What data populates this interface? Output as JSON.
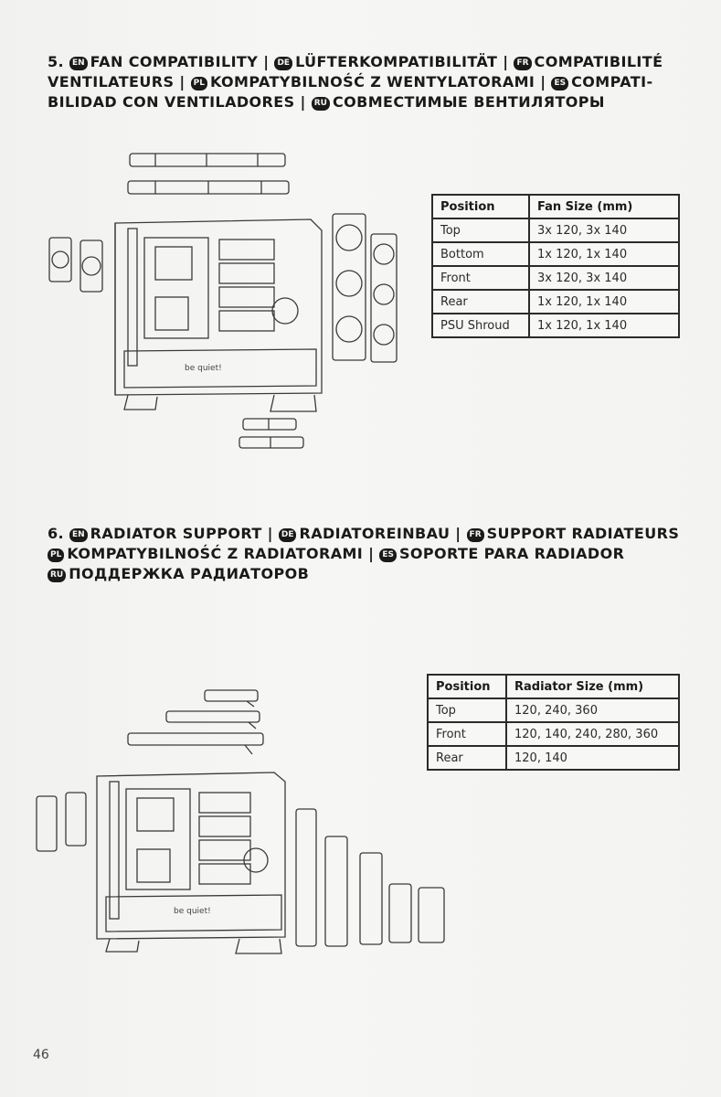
{
  "fan_section": {
    "line1": [
      {
        "text": "5. ",
        "badge": ""
      },
      {
        "badge": "EN",
        "text": "FAN COMPATIBILITY  |"
      },
      {
        "badge": "DE",
        "text": "LÜFTERKOMPATIBILITÄT |"
      },
      {
        "badge": "FR",
        "text": "COMPATIBILITÉ"
      }
    ],
    "line2": [
      {
        "badge": "",
        "text": "VENTILATEURS  |"
      },
      {
        "badge": "PL",
        "text": "KOMPATYBILNOŚĆ Z WENTYLATORAMI |"
      },
      {
        "badge": "ES",
        "text": "COMPATI-"
      }
    ],
    "line3": [
      {
        "badge": "",
        "text": "BILIDAD CON VENTILADORES |"
      },
      {
        "badge": "RU",
        "text": "СОВМЕСТИМЫЕ ВЕНТИЛЯТОРЫ"
      }
    ],
    "table": {
      "headers": [
        "Position",
        "Fan Size (mm)"
      ],
      "rows": [
        [
          "Top",
          "3x 120, 3x 140"
        ],
        [
          "Bottom",
          "1x 120, 1x 140"
        ],
        [
          "Front",
          "3x 120, 3x 140"
        ],
        [
          "Rear",
          "1x 120, 1x 140"
        ],
        [
          "PSU Shroud",
          "1x 120, 1x 140"
        ]
      ]
    },
    "case_logo": "be quiet!"
  },
  "radiator_section": {
    "line1": [
      {
        "badge": "",
        "text": "6. "
      },
      {
        "badge": "EN",
        "text": "RADIATOR SUPPORT |"
      },
      {
        "badge": "DE",
        "text": "RADIATOREINBAU |"
      },
      {
        "badge": "FR",
        "text": "SUPPORT RADIATEURS"
      }
    ],
    "line2": [
      {
        "badge": "PL",
        "text": "KOMPATYBILNOŚĆ Z RADIATORAMI |"
      },
      {
        "badge": "ES",
        "text": "SOPORTE PARA RADIADOR"
      }
    ],
    "line3": [
      {
        "badge": "RU",
        "text": "ПОДДЕРЖКА РАДИАТОРОВ"
      }
    ],
    "table": {
      "headers": [
        "Position",
        "Radiator Size (mm)"
      ],
      "rows": [
        [
          "Top",
          "120, 240, 360"
        ],
        [
          "Front",
          "120, 140, 240, 280, 360"
        ],
        [
          "Rear",
          "120, 140"
        ]
      ]
    },
    "case_logo": "be quiet!"
  },
  "page_number": "46",
  "colors": {
    "ink": "#1a1a1a",
    "paper": "#f4f4f2",
    "line": "#2b2b2b"
  }
}
